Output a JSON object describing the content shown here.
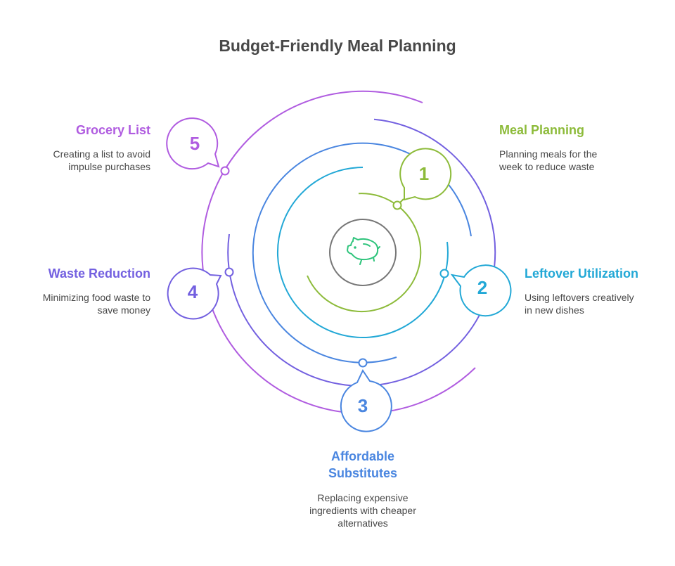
{
  "title": "Budget-Friendly Meal Planning",
  "center_icon": "piggy-bank-icon",
  "colors": {
    "meal_planning": "#8dbb3a",
    "leftover_utilization": "#22a8d6",
    "affordable_substitutes": "#4a86e0",
    "waste_reduction": "#7360e0",
    "grocery_list": "#b05ce0",
    "center_ring": "#777777",
    "piggy": "#2fc47c",
    "text": "#484848"
  },
  "steps": [
    {
      "number": "1",
      "title": "Meal Planning",
      "description_lines": [
        "Planning meals for the",
        "week to reduce waste"
      ]
    },
    {
      "number": "2",
      "title": "Leftover Utilization",
      "description_lines": [
        "Using leftovers creatively",
        "in new dishes"
      ]
    },
    {
      "number": "3",
      "title_lines": [
        "Affordable",
        "Substitutes"
      ],
      "description_lines": [
        "Replacing expensive",
        "ingredients with cheaper",
        "alternatives"
      ]
    },
    {
      "number": "4",
      "title": "Waste Reduction",
      "description_lines": [
        "Minimizing food waste to",
        "save money"
      ]
    },
    {
      "number": "5",
      "title": "Grocery List",
      "description_lines": [
        "Creating a list to avoid",
        "impulse purchases"
      ]
    }
  ]
}
